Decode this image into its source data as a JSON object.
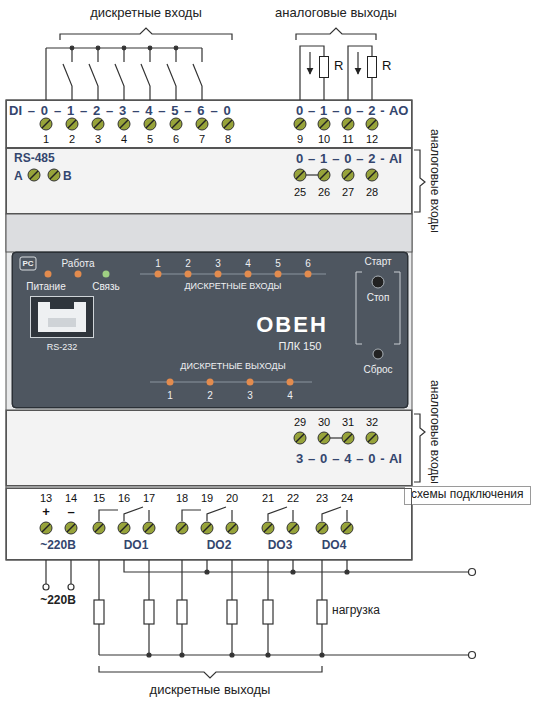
{
  "diagram": {
    "nodes": [
      {
        "text": [
          "R"
        ]
      },
      {
        "text": [
          "R"
        ]
      },
      {
        "text": [
          "DI – 0 – 1 – 2 – 3 – 4 – 5 – 6 – 0",
          "0 – 1 – 0 – 2 - AO",
          "1",
          "2",
          "3",
          "4",
          "5",
          "6",
          "7",
          "8",
          "9",
          "10",
          "11",
          "12"
        ]
      },
      {
        "text": [
          "RS-485",
          "A",
          "B",
          "0 – 1 – 0 – 2 - AI",
          "25",
          "26",
          "27",
          "28"
        ]
      },
      {
        "text": [
          "PC",
          "Работа",
          "Питание",
          "Связь",
          "1",
          "2",
          "3",
          "4",
          "5",
          "6",
          "ДИСКРЕТНЫЕ ВХОДЫ",
          "Старт",
          "Стоп",
          "ОВЕН",
          "ПЛК 150",
          "Сброс",
          "ДИСКРЕТНЫЕ ВЫХОДЫ",
          "1",
          "2",
          "3",
          "4"
        ]
      },
      {
        "text": [
          "RS-232"
        ],
        "in": 4
      },
      {
        "text": [
          "29",
          "30",
          "31",
          "32",
          "3 – 0 – 4 – 0 - AI"
        ]
      },
      {
        "text": [
          "схемы подключения"
        ]
      },
      {
        "text": [
          "13",
          "14",
          "15",
          "16",
          "17",
          "18",
          "19",
          "20",
          "21",
          "22",
          "23",
          "24",
          "+",
          "–",
          "~220В",
          "DO1",
          "DO2",
          "DO3",
          "DO4"
        ]
      }
    ],
    "edges": [
      {
        "from": 0,
        "to": 2,
        "arrow": "none"
      },
      {
        "from": 1,
        "to": 2,
        "arrow": "none"
      }
    ],
    "labels": [
      "дискретные входы",
      "аналоговые выходы",
      "аналоговые входы",
      "аналоговые входы",
      "~220В",
      "нагрузка",
      "дискретные выходы"
    ]
  }
}
